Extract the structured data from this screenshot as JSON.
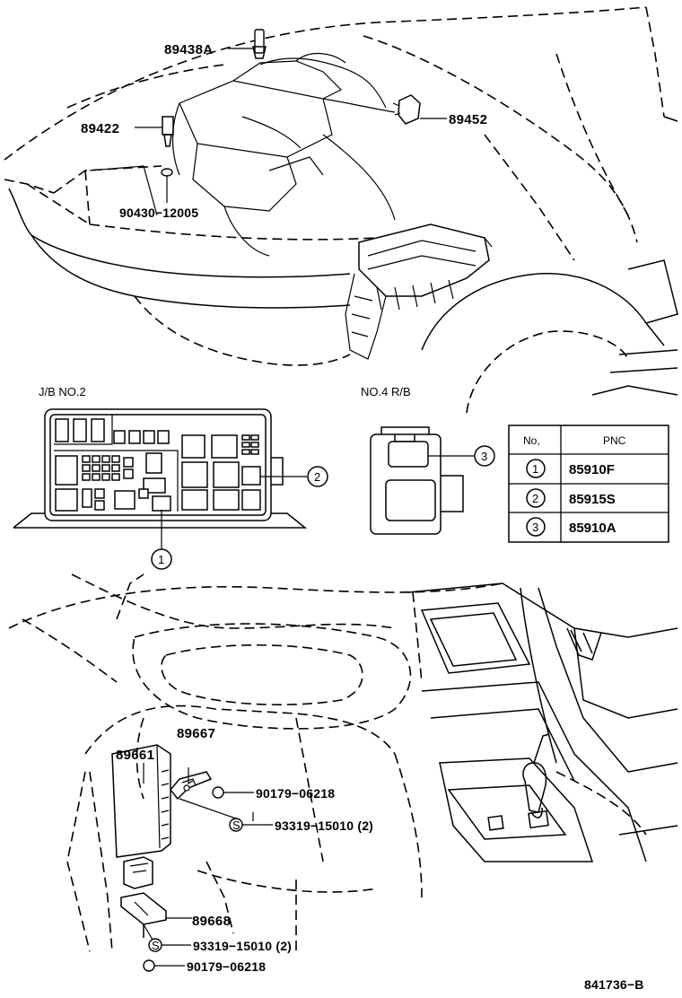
{
  "parts": {
    "p89438A": "89438A",
    "p89422": "89422",
    "p90430": "90430−12005",
    "p89452": "89452",
    "p89661": "89661",
    "p89667": "89667",
    "p90179a": "90179−06218",
    "p93319a": "93319−15010 (2)",
    "p89668": "89668",
    "p93319b": "93319−15010 (2)",
    "p90179b": "90179−06218"
  },
  "labels": {
    "jb": "J/B NO.2",
    "rb": "NO.4 R/B",
    "fig": "841736−B"
  },
  "callouts": {
    "c1": "1",
    "c2": "2",
    "c3": "3",
    "s1": "S",
    "s2": "S"
  },
  "table": {
    "col_no": "No,",
    "col_pnc": "PNC",
    "rows": [
      {
        "no": "1",
        "pnc": "85910F"
      },
      {
        "no": "2",
        "pnc": "85915S"
      },
      {
        "no": "3",
        "pnc": "85910A"
      }
    ]
  }
}
